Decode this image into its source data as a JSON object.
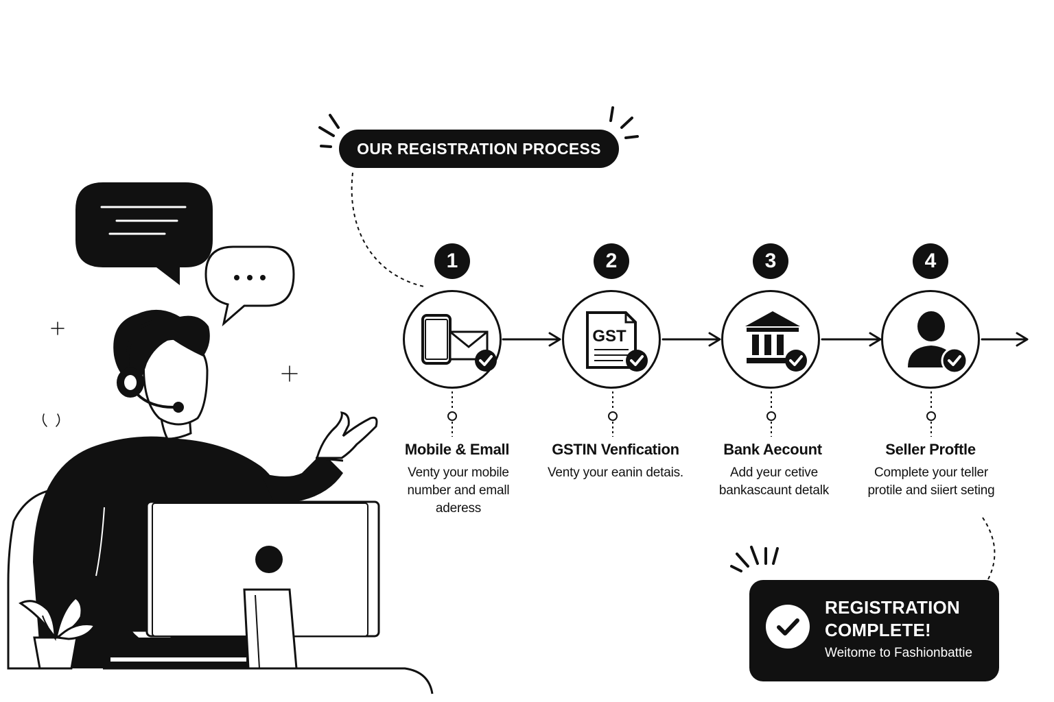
{
  "header": {
    "title": "OUR REGISTRATION PROCESS"
  },
  "steps": [
    {
      "number": "1",
      "icon": "phone-mail-check-icon",
      "title": "Mobile & Emall",
      "description": "Venty your mobile number and emall aderess"
    },
    {
      "number": "2",
      "icon": "gst-document-check-icon",
      "title": "GSTIN Venfication",
      "description": "Venty your eanin detais."
    },
    {
      "number": "3",
      "icon": "bank-check-icon",
      "title": "Bank Aecount",
      "description": "Add yeur cetive bankascaunt detalk"
    },
    {
      "number": "4",
      "icon": "user-check-icon",
      "title": "Seller Proftle",
      "description": "Complete your teller protile and siiert seting"
    }
  ],
  "gst_icon_label": "GST",
  "completion": {
    "title": "REGISTRATION COMPLETE!",
    "subtitle": "Weitome to Fashionbattie",
    "icon": "check-circle-icon"
  },
  "colors": {
    "ink": "#111111",
    "background": "#ffffff"
  }
}
